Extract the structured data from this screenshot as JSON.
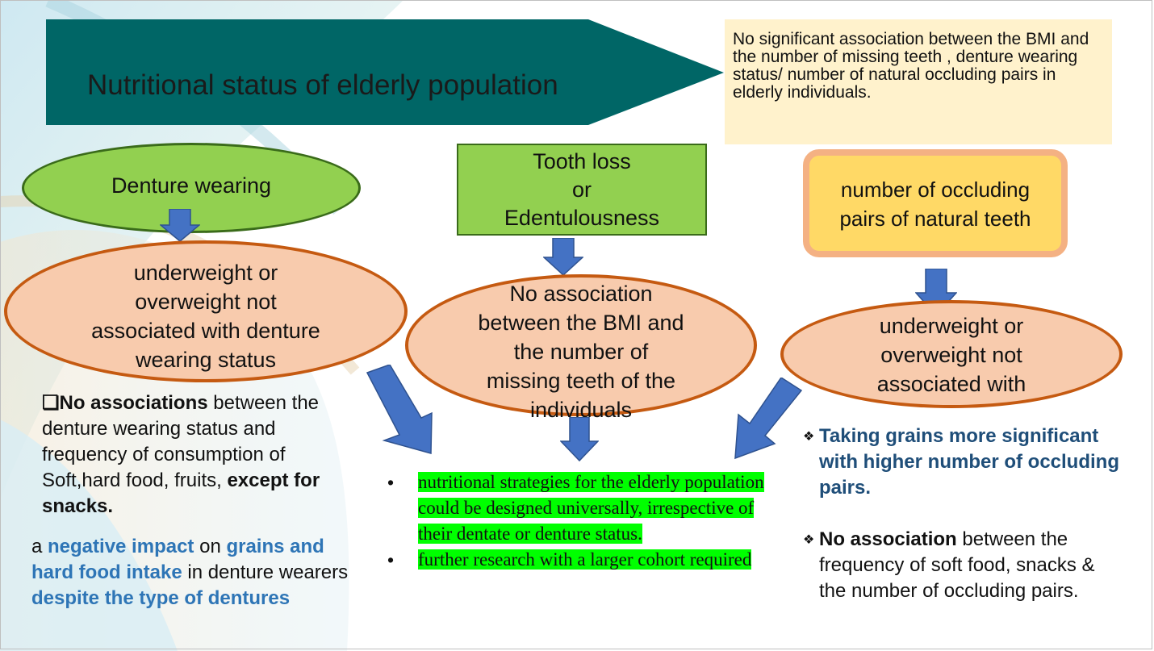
{
  "title": "Nutritional status of elderly population",
  "note": "No significant association between the BMI and the number of missing teeth , denture wearing status/ number of natural occluding pairs in elderly individuals.",
  "boxes": {
    "denture": "Denture wearing",
    "tooth_loss": [
      "Tooth loss",
      "or",
      "Edentulousness"
    ],
    "occluding": [
      "number of occluding",
      "pairs of natural teeth"
    ]
  },
  "ovals": {
    "left": [
      "underweight or",
      "overweight not",
      "associated with denture",
      "wearing status"
    ],
    "middle": [
      "No association",
      "between the BMI and",
      "the number of",
      "missing teeth of the",
      "individuals"
    ],
    "right": [
      "underweight or",
      "overweight not",
      "associated with"
    ]
  },
  "left_text": {
    "marker": "❏",
    "bold": "No associations",
    "rest": " between the denture wearing status and frequency of consumption of Soft,hard food, fruits, ",
    "bold2": "except for snacks."
  },
  "negative": {
    "p1": "a ",
    "b1": "negative impact",
    "p2": " on ",
    "b2": "grains and hard food intake",
    "p3": " in denture wearers ",
    "b3": "despite the type of dentures"
  },
  "conclusions": {
    "bullet": "•",
    "item1": "nutritional strategies for the elderly population could be designed universally, irrespective of their dentate or denture status.",
    "item2": "further research with a larger cohort required"
  },
  "right_text": {
    "marker": "❖",
    "item1": "Taking grains more significant with higher number of occluding pairs.",
    "item2_bold": "No association",
    "item2_rest": " between the frequency of soft food, snacks & the number of occluding pairs."
  }
}
